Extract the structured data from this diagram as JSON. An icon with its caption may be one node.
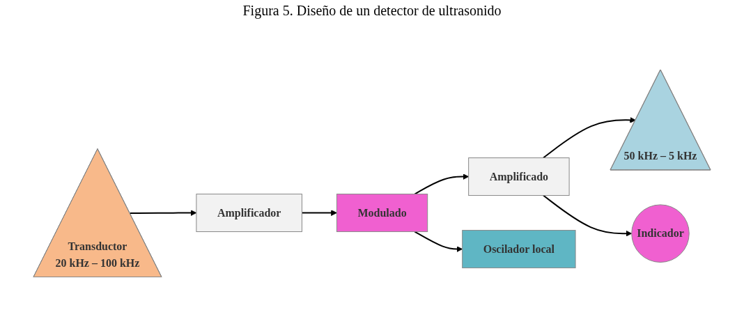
{
  "diagram": {
    "title": "Figura 5. Diseño de un detector de ultrasonido",
    "nodes": [
      {
        "text": [
          "Transductor",
          "20 kHz – 100 kHz"
        ]
      },
      {
        "text": [
          "Amplificador"
        ]
      },
      {
        "text": [
          "Modulado"
        ]
      },
      {
        "text": [
          "Amplificado"
        ]
      },
      {
        "text": [
          "50 kHz – 5 kHz"
        ]
      },
      {
        "text": [
          "Oscilador local"
        ]
      },
      {
        "text": [
          "Indicador"
        ]
      }
    ],
    "edges": [
      {
        "from": 0,
        "to": 1,
        "arrow": "to"
      },
      {
        "from": 1,
        "to": 2,
        "arrow": "to"
      },
      {
        "from": 2,
        "to": 3,
        "arrow": "to"
      },
      {
        "from": 3,
        "to": 4,
        "arrow": "to"
      },
      {
        "from": 2,
        "to": 5,
        "arrow": "to"
      },
      {
        "from": 3,
        "to": 6,
        "arrow": "to"
      }
    ]
  }
}
